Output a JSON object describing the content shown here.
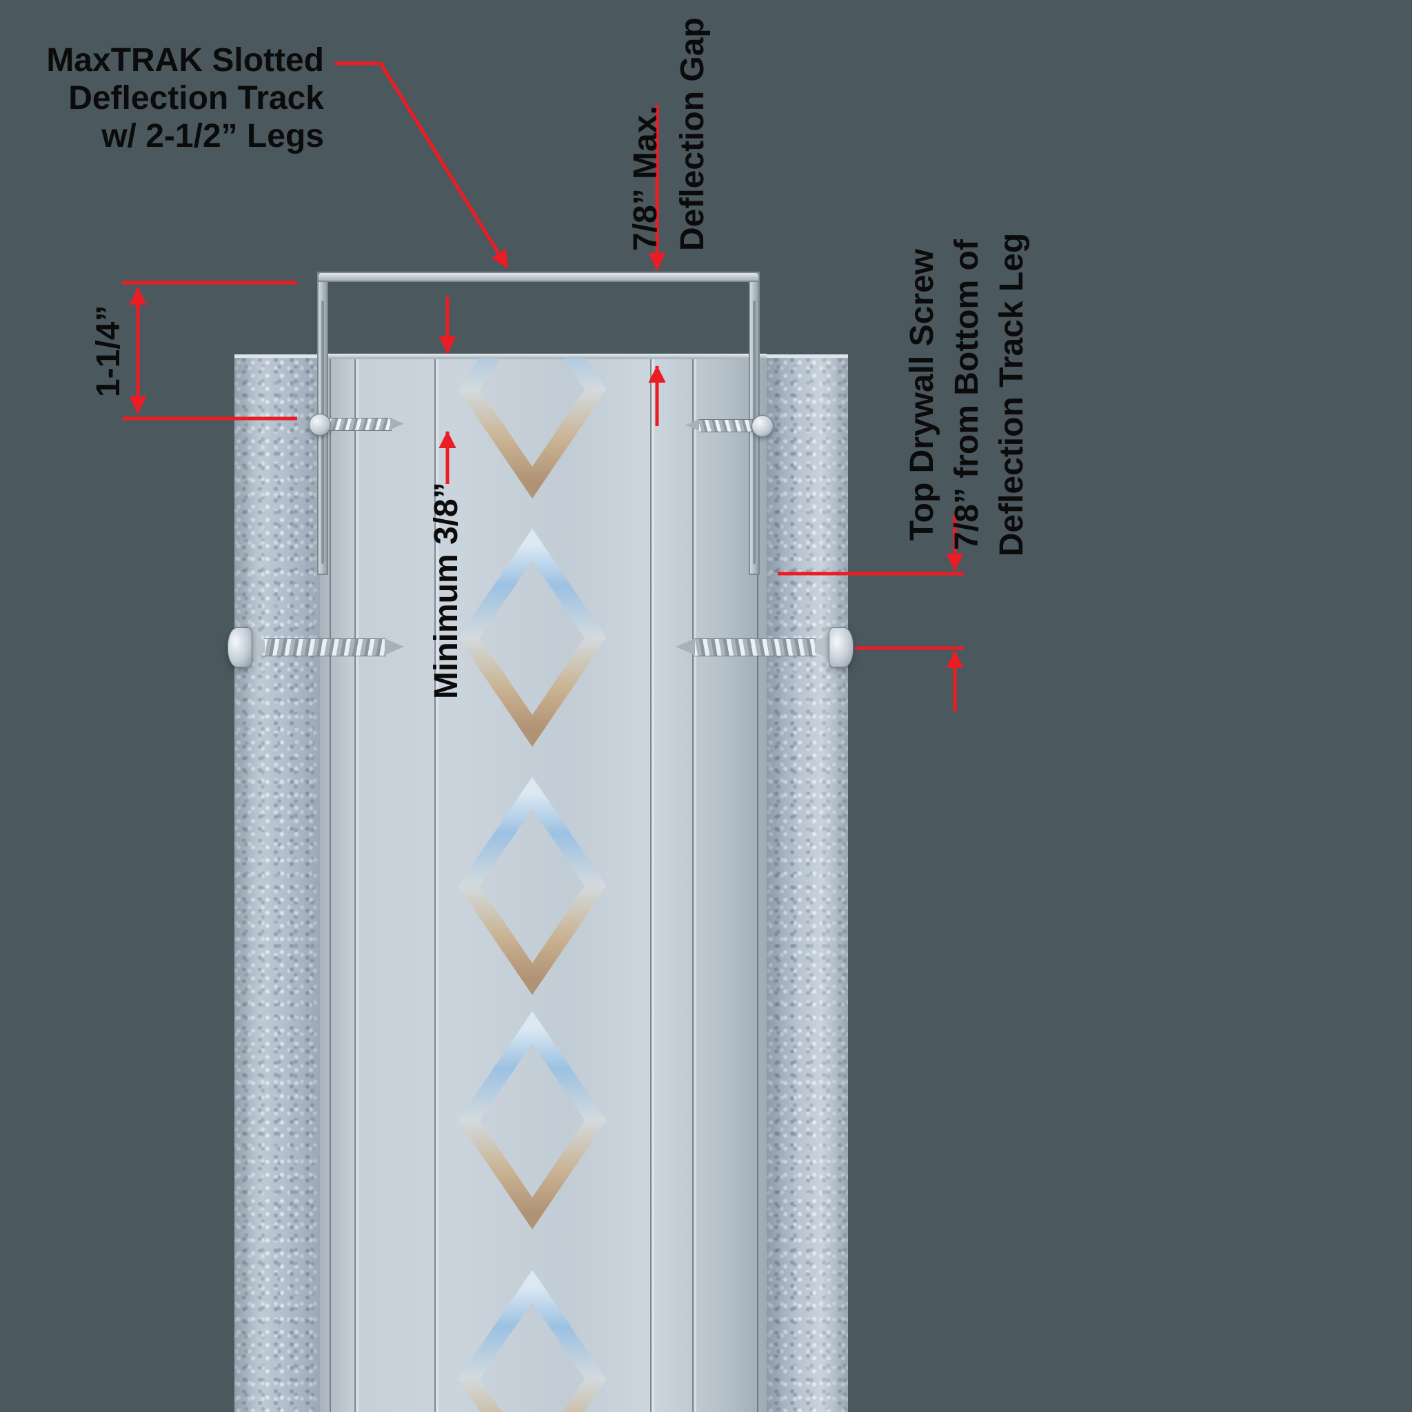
{
  "title": "MaxTRAK Slotted Deflection Track Installation Detail",
  "colors": {
    "background": "#4b585e",
    "dimension": "#ec1c24",
    "ink": "#0b0b0b",
    "drywall": "#b4c1ce",
    "stud": "#c6d0d8",
    "track": "#b5bec6"
  },
  "labels": {
    "track": {
      "line1": "MaxTRAK Slotted",
      "line2": "Deflection Track",
      "line3": "w/ 2-1/2” Legs"
    },
    "deflection_gap": {
      "line1": "7/8” Max.",
      "line2": "Deflection Gap"
    },
    "track_leg_overlap": "1-1/4”",
    "stud_gap": "Minimum 3/8”",
    "top_screw": {
      "line1": "Top Drywall Screw",
      "line2": "7/8” from Bottom of",
      "line3": "Deflection Track Leg"
    }
  }
}
